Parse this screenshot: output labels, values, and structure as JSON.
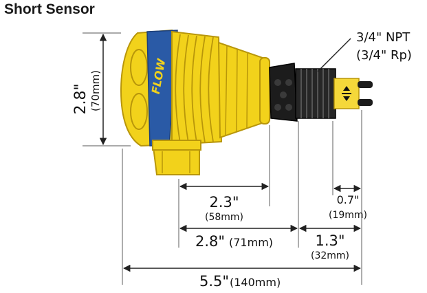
{
  "title": "Short Sensor",
  "thread_label": {
    "line1": "3/4\" NPT",
    "line2": "(3/4\" Rp)"
  },
  "logo_text": "FLOW",
  "dimensions": {
    "height": {
      "main": "2.8\"",
      "sub": "(70mm)"
    },
    "body_length": {
      "main": "2.3\"",
      "sub": "(58mm)"
    },
    "tip_length": {
      "main": "0.7\"",
      "sub": "(19mm)"
    },
    "to_thread": {
      "main": "2.8\"",
      "sub": "(71mm)"
    },
    "thread_to_tip": {
      "main": "1.3\"",
      "sub": "(32mm)"
    },
    "overall": {
      "main": "5.5\"",
      "sub": "(140mm)"
    }
  },
  "colors": {
    "yellow": "#f2d21b",
    "yellow_dark": "#c9a80c",
    "blue": "#2a5aa6",
    "black": "#1c1c1c"
  }
}
